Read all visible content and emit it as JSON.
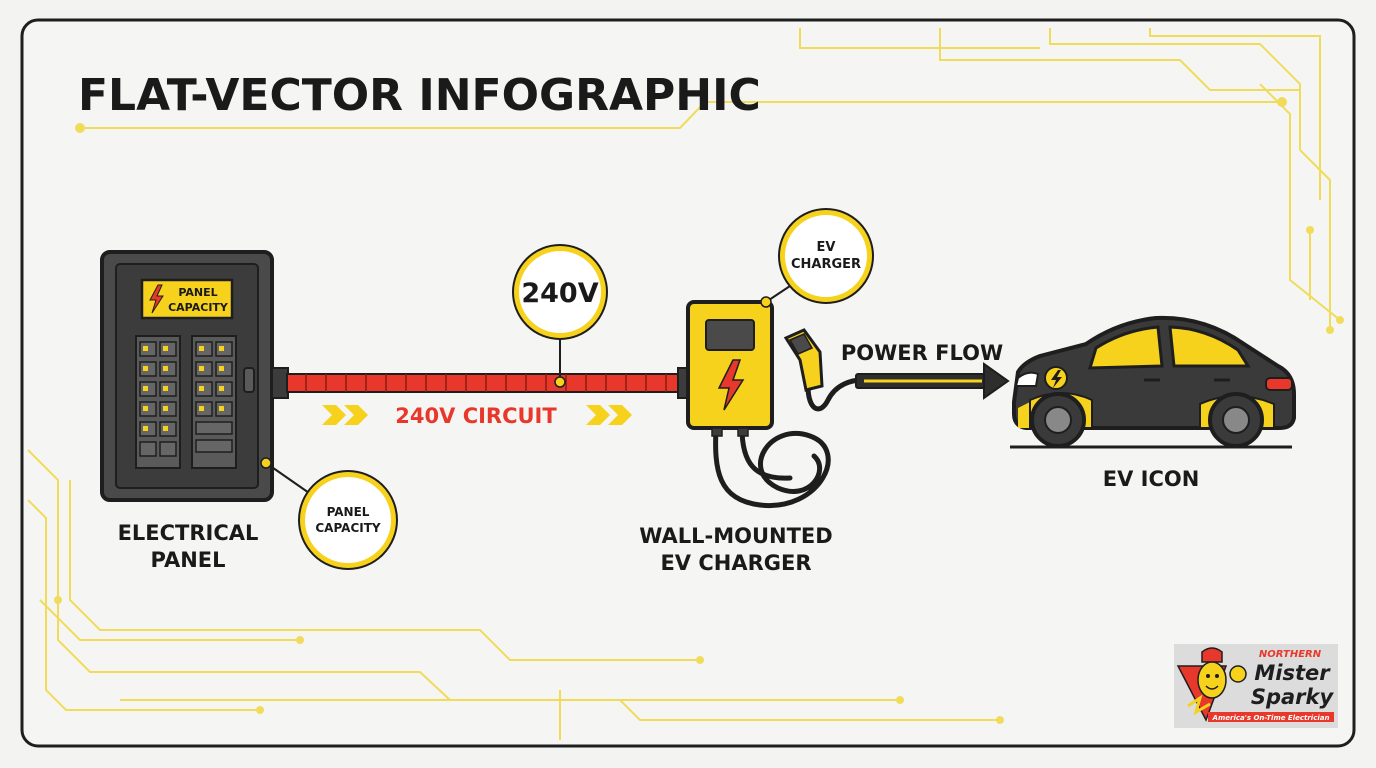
{
  "title": "FLAT-VECTOR INFOGRAPHIC",
  "panel": {
    "badge_line1": "PANEL",
    "badge_line2": "CAPACITY",
    "label_line1": "ELECTRICAL",
    "label_line2": "PANEL",
    "callout_line1": "PANEL",
    "callout_line2": "CAPACITY"
  },
  "circuit": {
    "voltage_callout": "240V",
    "label": "240V CIRCUIT"
  },
  "charger": {
    "callout_line1": "EV",
    "callout_line2": "CHARGER",
    "label_line1": "WALL-MOUNTED",
    "label_line2": "EV CHARGER"
  },
  "flow": {
    "label": "POWER FLOW"
  },
  "ev": {
    "label": "EV ICON"
  },
  "logo": {
    "line1": "NORTHERN",
    "line2": "Mister",
    "line3": "Sparky",
    "tagline": "America's On-Time Electrician"
  },
  "colors": {
    "background": "#f3f3f1",
    "outline": "#1e1e1e",
    "accent_yellow": "#f6d21d",
    "circuit_red": "#e8382b",
    "panel_gray": "#4a4a4a",
    "circuit_trace": "#f0dc5a"
  }
}
